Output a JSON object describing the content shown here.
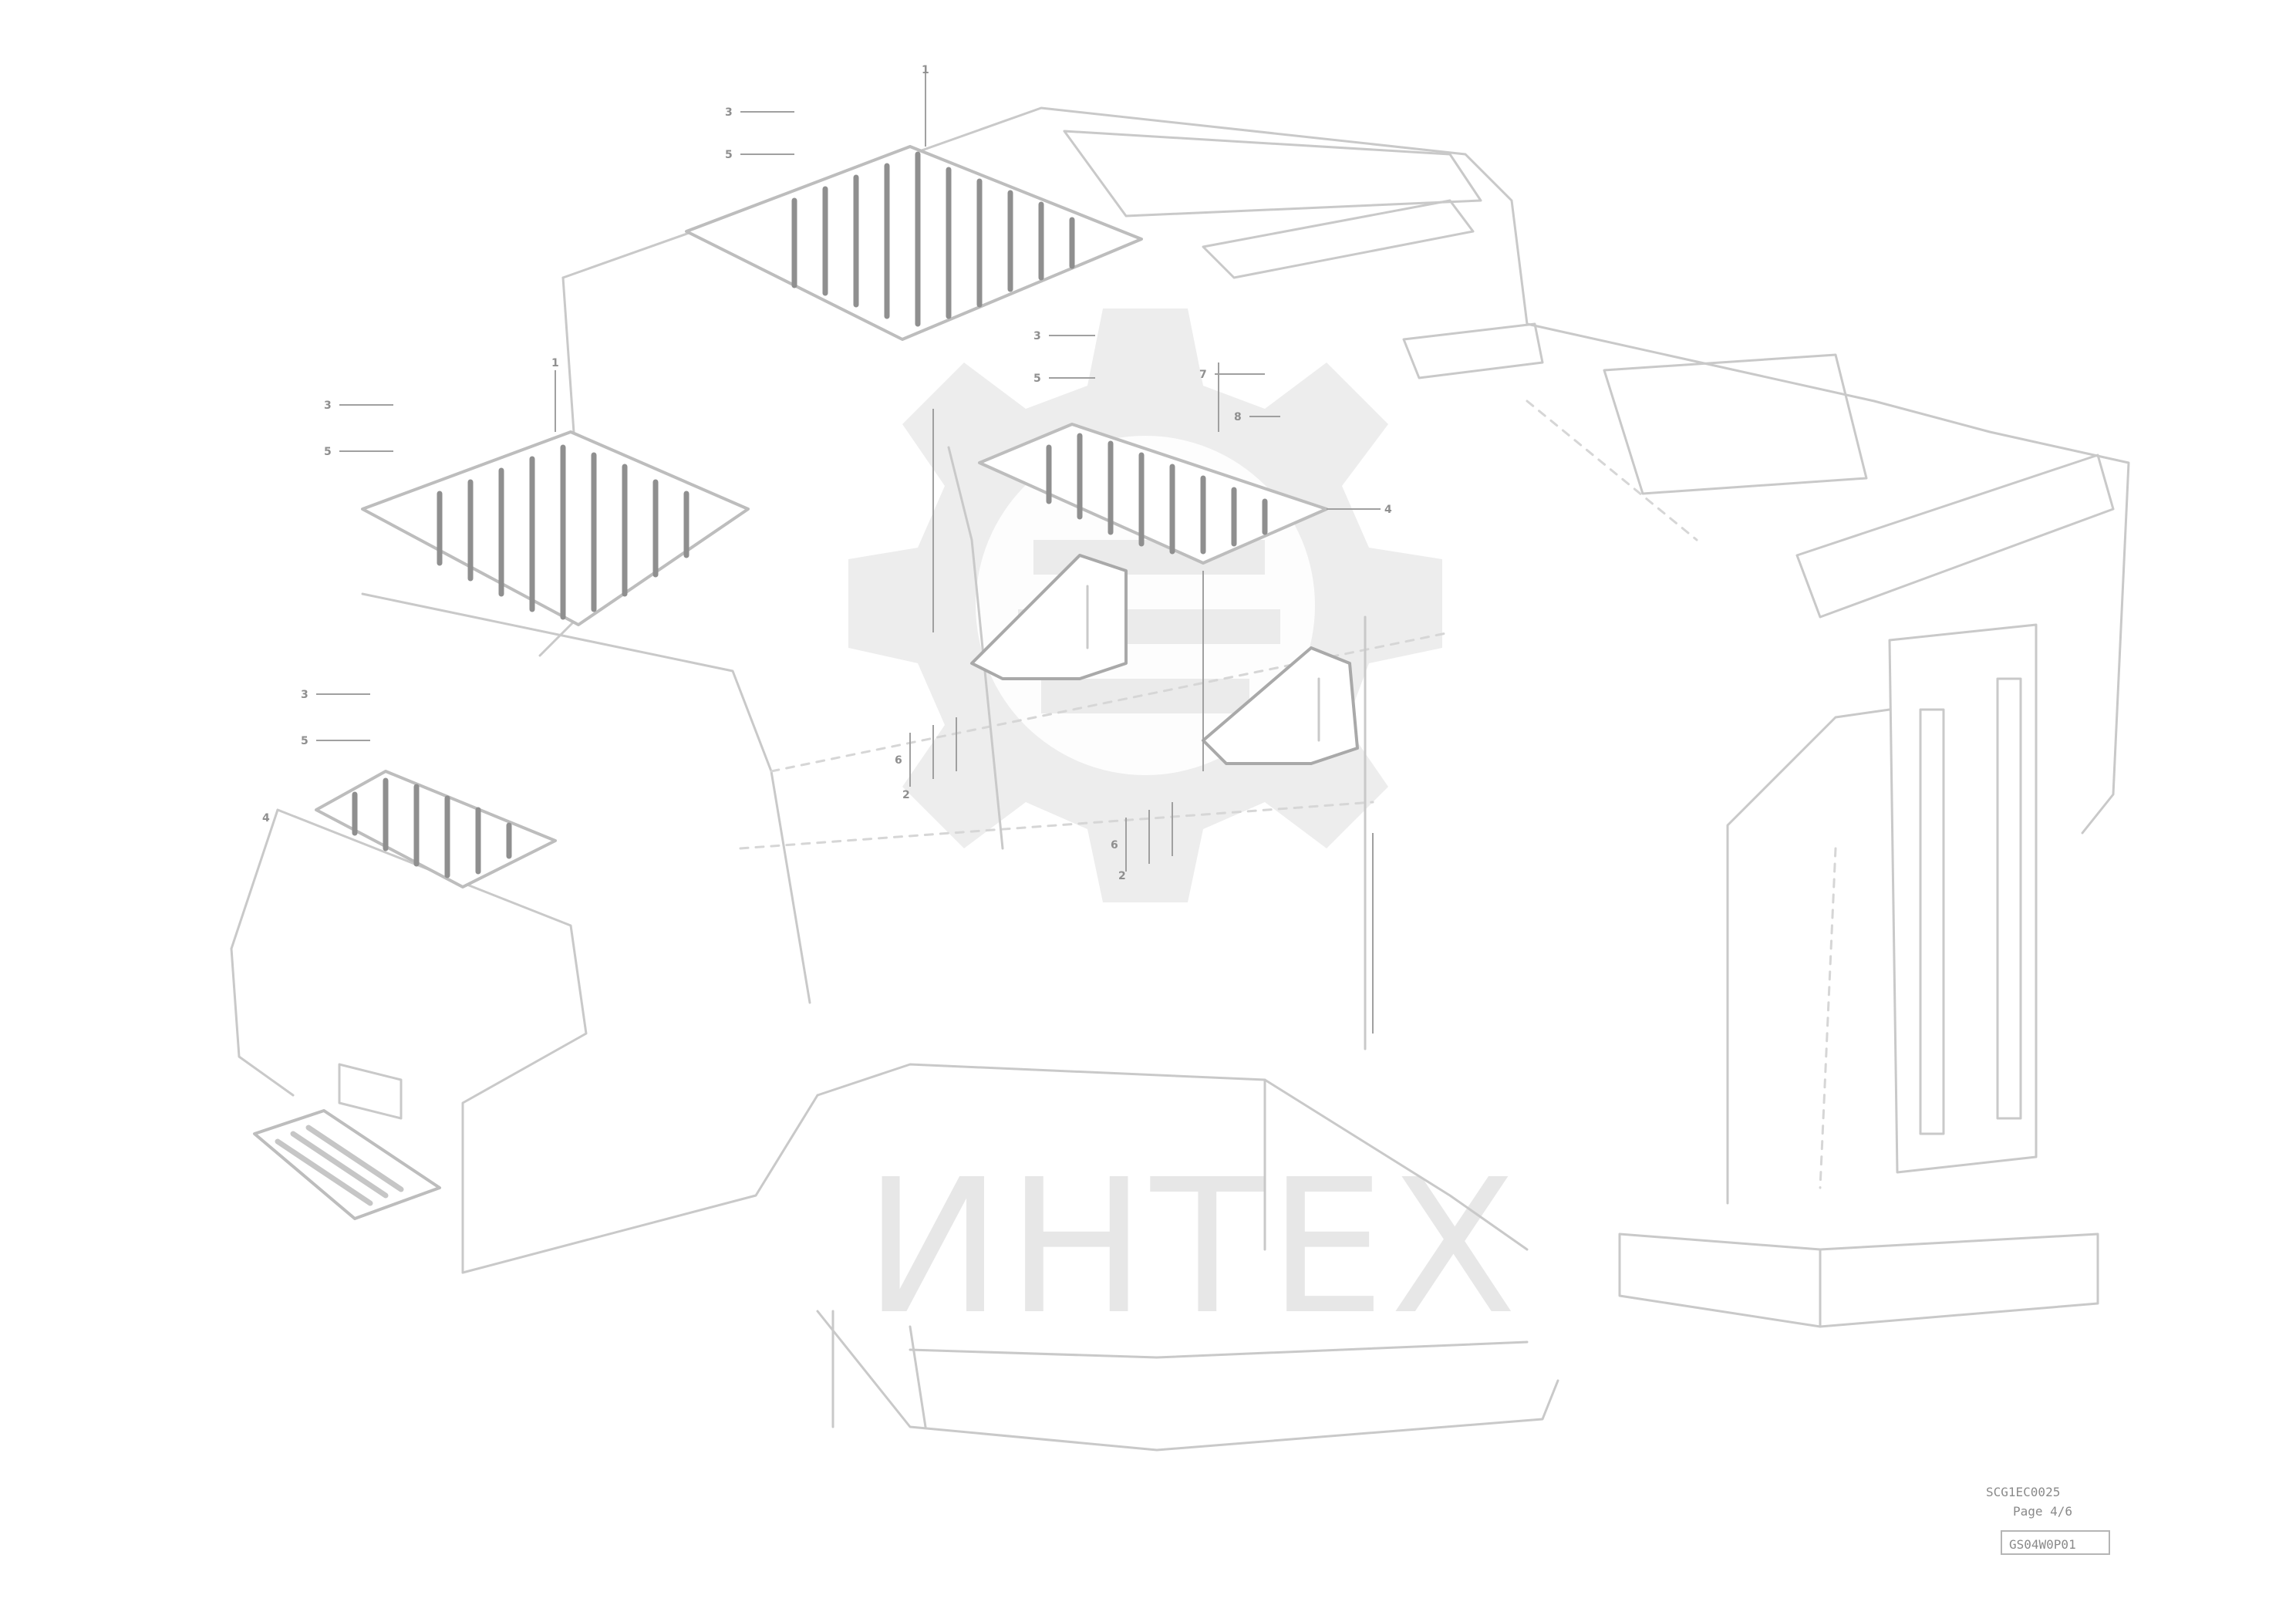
{
  "drawing": {
    "type": "exploded-parts-diagram",
    "line_color": "#c9c9c9",
    "slat_color": "#8f8f8f",
    "watermark": {
      "text": "ИНТЕХ",
      "icon": "gear-icon",
      "color": "#000000"
    },
    "callouts": [
      "3",
      "5",
      "7",
      "8",
      "6",
      "2",
      "1",
      "4"
    ],
    "reference": {
      "line1": "SCG1EC0025",
      "line2": "Page 4/6",
      "code": "GS04W0P01"
    }
  }
}
